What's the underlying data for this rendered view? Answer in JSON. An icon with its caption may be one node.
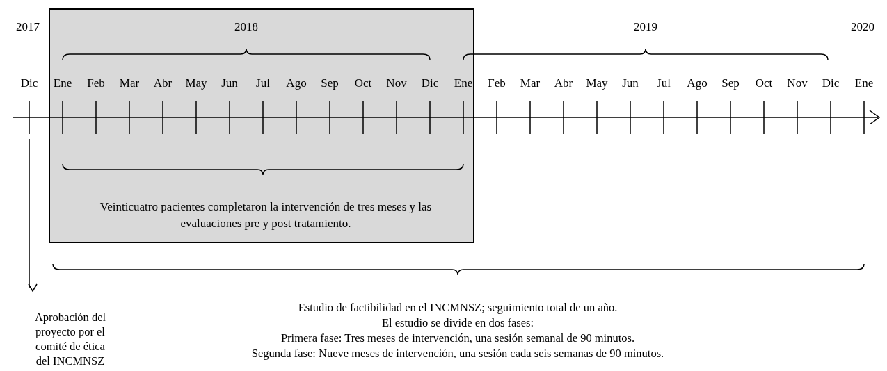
{
  "diagram": {
    "nodes": [
      {
        "text": [
          "Veinticuatro pacientes completaron la intervención de tres meses y las evaluaciones pre y post tratamiento."
        ]
      },
      {
        "text": [
          "Aprobación del proyecto por el comité de ética del INCMNSZ"
        ]
      },
      {
        "text": [
          "Estudio de factibilidad en el INCMNSZ; seguimiento total de un año.",
          "El estudio se divide en dos fases:",
          "Primera fase: Tres meses de intervención, una sesión semanal de 90 minutos.",
          "Segunda fase: Nueve meses de intervención, una sesión cada seis semanas de 90 minutos."
        ]
      }
    ],
    "edges": [
      {
        "from": null,
        "to": 1,
        "arrow": "to"
      }
    ],
    "labels": [
      "2017",
      "2018",
      "2019",
      "2020",
      "Dic",
      "Ene",
      "Feb",
      "Mar",
      "Abr",
      "May",
      "Jun",
      "Jul",
      "Ago",
      "Sep",
      "Oct",
      "Nov",
      "Dic",
      "Ene",
      "Feb",
      "Mar",
      "Abr",
      "May",
      "Jun",
      "Jul",
      "Ago",
      "Sep",
      "Oct",
      "Nov",
      "Dic",
      "Ene"
    ]
  }
}
